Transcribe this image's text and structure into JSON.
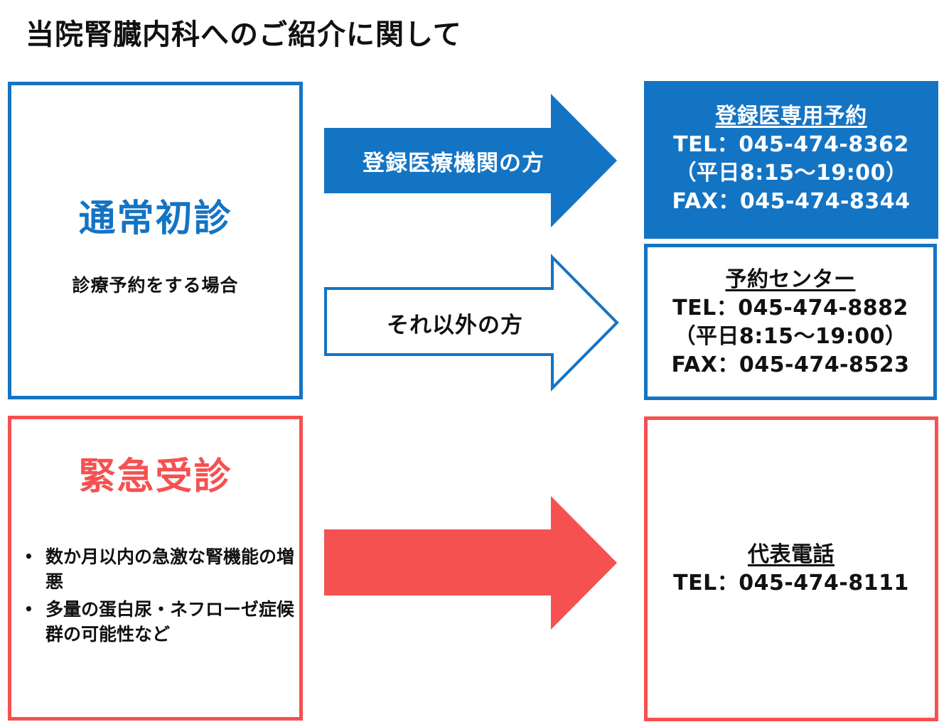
{
  "page_title": "当院腎臓内科へのご紹介に関して",
  "normal": {
    "heading": "通常初診",
    "subtitle": "診療予約をする場合"
  },
  "emergency": {
    "heading": "緊急受診",
    "bullets": [
      "数か月以内の急激な腎機能の増悪",
      "多量の蛋白尿・ネフローゼ症候群の可能性など"
    ]
  },
  "arrows": {
    "registered_label": "登録医療機関の方",
    "other_label": "それ以外の方"
  },
  "registered": {
    "title": "登録医専用予約",
    "tel": "TEL：045-474-8362",
    "hours": "（平日8:15～19:00）",
    "fax": "FAX：045-474-8344"
  },
  "center": {
    "title": "予約センター",
    "tel": "TEL：045-474-8882",
    "hours": "（平日8:15～19:00）",
    "fax": "FAX：045-474-8523"
  },
  "emergency_contact": {
    "title": "代表電話",
    "tel": "TEL：045-474-8111"
  },
  "colors": {
    "blue": "#1474c4",
    "red": "#f55151"
  }
}
